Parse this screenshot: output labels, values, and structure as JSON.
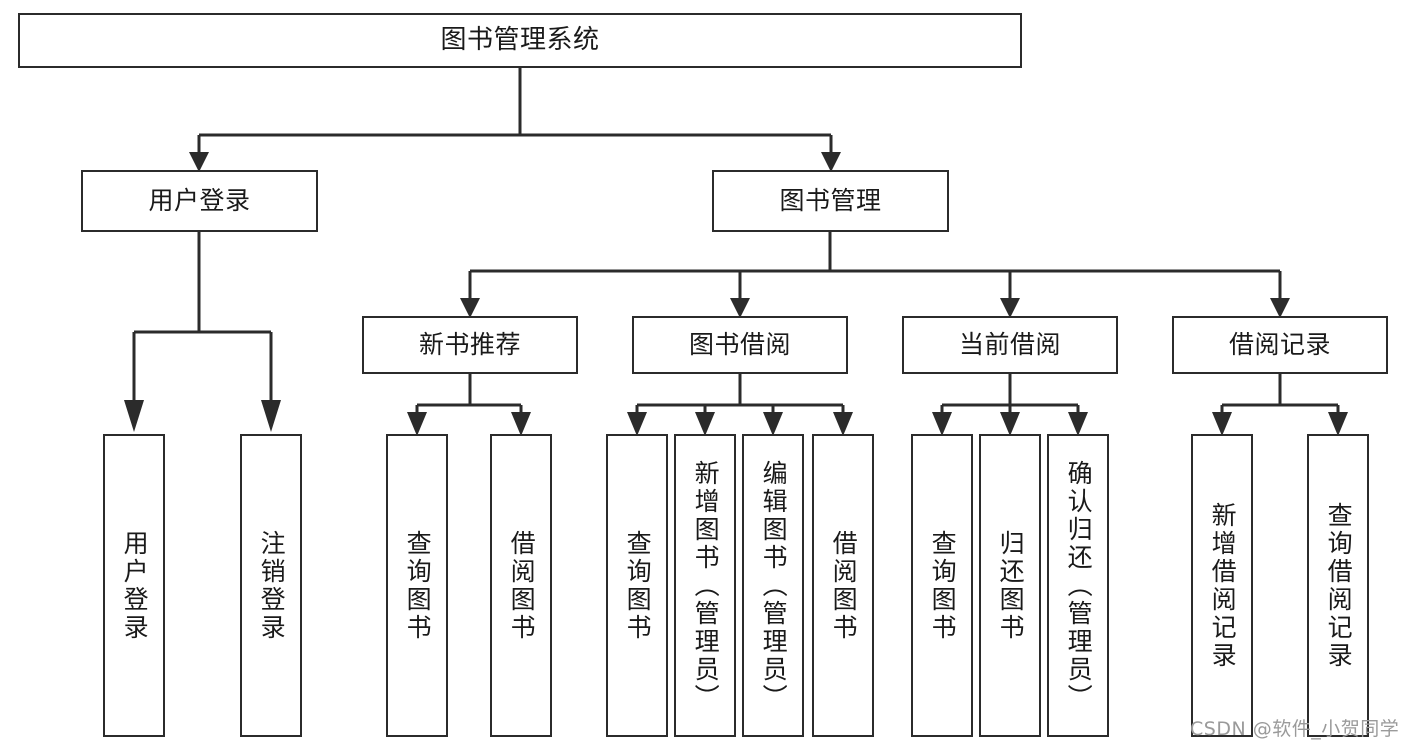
{
  "diagram": {
    "type": "tree",
    "title": "图书管理系统",
    "orientation": "top-down",
    "style": {
      "box_border_color": "#2b2b2b",
      "box_fill_color": "#ffffff",
      "edge_color": "#2b2b2b",
      "text_color": "#1a1a1a",
      "background": "#ffffff"
    },
    "nodes": {
      "root": {
        "label": "图书管理系统",
        "level": 1
      },
      "l2": [
        {
          "label": "用户登录",
          "level": 2
        },
        {
          "label": "图书管理",
          "level": 2
        }
      ],
      "l3": [
        {
          "label": "新书推荐",
          "level": 3
        },
        {
          "label": "图书借阅",
          "level": 3
        },
        {
          "label": "当前借阅",
          "level": 3
        },
        {
          "label": "借阅记录",
          "level": 3
        }
      ],
      "leaves": [
        {
          "label": "用户登录",
          "parent": "用户登录"
        },
        {
          "label": "注销登录",
          "parent": "用户登录"
        },
        {
          "label": "查询图书",
          "parent": "新书推荐"
        },
        {
          "label": "借阅图书",
          "parent": "新书推荐"
        },
        {
          "label": "查询图书",
          "parent": "图书借阅"
        },
        {
          "label": "新增图书（管理员）",
          "parent": "图书借阅"
        },
        {
          "label": "编辑图书（管理员）",
          "parent": "图书借阅"
        },
        {
          "label": "借阅图书",
          "parent": "图书借阅"
        },
        {
          "label": "查询图书",
          "parent": "当前借阅"
        },
        {
          "label": "归还图书",
          "parent": "当前借阅"
        },
        {
          "label": "确认归还（管理员）",
          "parent": "当前借阅"
        },
        {
          "label": "新增借阅记录",
          "parent": "借阅记录"
        },
        {
          "label": "查询借阅记录",
          "parent": "借阅记录"
        }
      ]
    }
  },
  "watermark": {
    "text": "CSDN @软件_小贺同学"
  }
}
